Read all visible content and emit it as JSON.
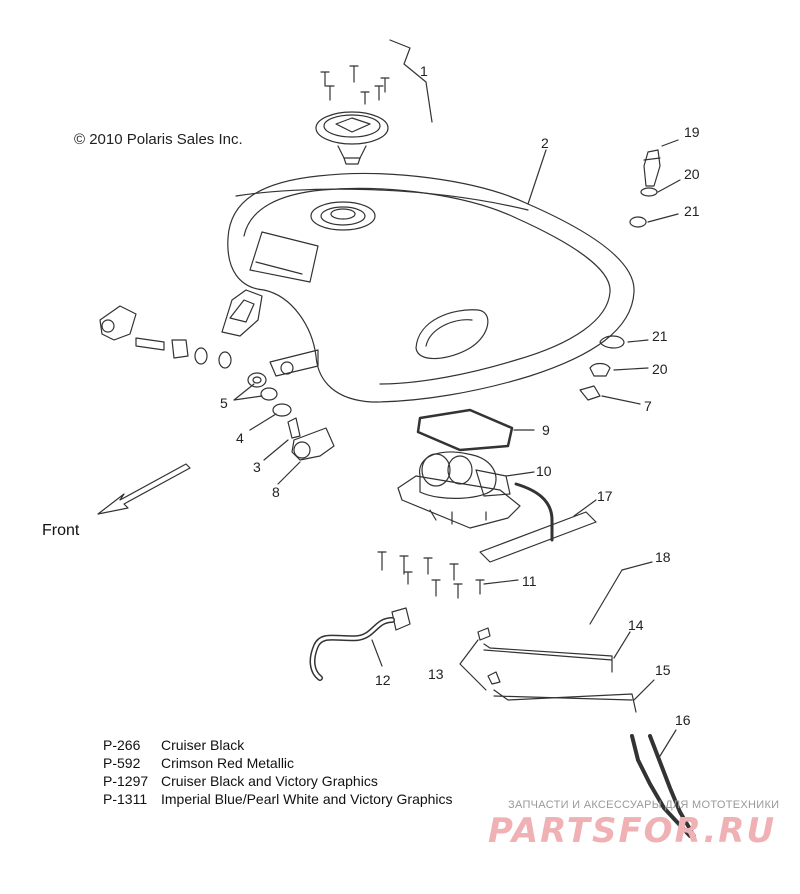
{
  "copyright": "© 2010 Polaris Sales Inc.",
  "front_label": "Front",
  "callouts": [
    {
      "id": "c1",
      "text": "1"
    },
    {
      "id": "c2",
      "text": "2"
    },
    {
      "id": "c19",
      "text": "19"
    },
    {
      "id": "c20a",
      "text": "20"
    },
    {
      "id": "c21a",
      "text": "21"
    },
    {
      "id": "c21b",
      "text": "21"
    },
    {
      "id": "c20b",
      "text": "20"
    },
    {
      "id": "c7",
      "text": "7"
    },
    {
      "id": "c5",
      "text": "5"
    },
    {
      "id": "c4",
      "text": "4"
    },
    {
      "id": "c3",
      "text": "3"
    },
    {
      "id": "c8",
      "text": "8"
    },
    {
      "id": "c9",
      "text": "9"
    },
    {
      "id": "c10",
      "text": "10"
    },
    {
      "id": "c17",
      "text": "17"
    },
    {
      "id": "c18",
      "text": "18"
    },
    {
      "id": "c11",
      "text": "11"
    },
    {
      "id": "c14",
      "text": "14"
    },
    {
      "id": "c13",
      "text": "13"
    },
    {
      "id": "c15",
      "text": "15"
    },
    {
      "id": "c12",
      "text": "12"
    },
    {
      "id": "c16",
      "text": "16"
    }
  ],
  "legend": [
    {
      "code": "P-266",
      "name": "Cruiser Black"
    },
    {
      "code": "P-592",
      "name": "Crimson Red Metallic"
    },
    {
      "code": "P-1297",
      "name": "Cruiser Black and Victory Graphics"
    },
    {
      "code": "P-1311",
      "name": "Imperial Blue/Pearl White and Victory Graphics"
    }
  ],
  "watermark": {
    "tagline": "ЗАПЧАСТИ И АКСЕССУАРЫ ДЛЯ МОТОТЕХНИКИ",
    "logo": "PARTSFOR.RU",
    "color": "#efb1b4"
  },
  "colors": {
    "line": "#333333",
    "background": "#ffffff"
  }
}
